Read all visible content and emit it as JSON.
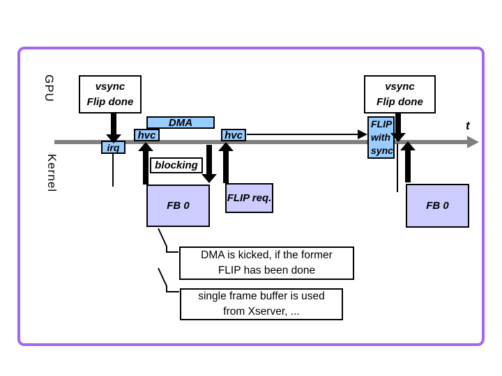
{
  "colors": {
    "frame_border": "#a366f0",
    "light_blue": "#99ccff",
    "lavender": "#ccccff",
    "timeline_gray": "#808080"
  },
  "lanes": {
    "gpu": "GPU",
    "kernel": "Kernel"
  },
  "timeline": {
    "t_label": "t"
  },
  "gpu_row": {
    "vsync_left": "vsync\nFlip done",
    "vsync_right": "vsync\nFlip done",
    "dma": "DMA",
    "hvc_left": "hvc",
    "hvc_right": "hvc",
    "flip_with_sync": "FLIP\nwith\nsync"
  },
  "kernel_row": {
    "irq": "irq",
    "blocking": "blocking",
    "fb0_left": "FB 0",
    "flip_req": "FLIP req.",
    "fb0_right": "FB 0"
  },
  "notes": {
    "dma_kicked": "DMA is kicked, if the former\nFLIP has been done",
    "single_buffer": "single frame buffer is used\nfrom Xserver, ..."
  }
}
